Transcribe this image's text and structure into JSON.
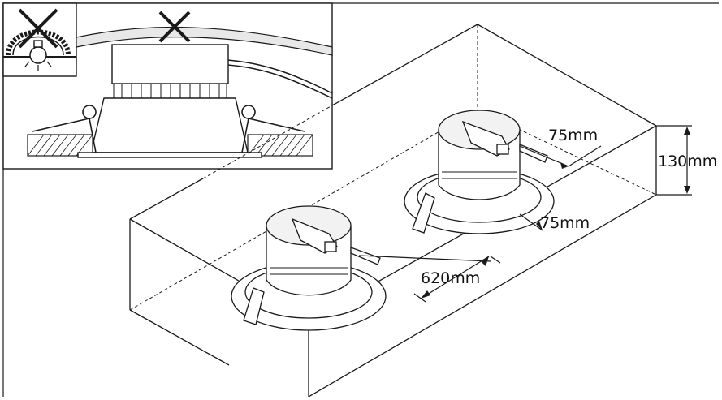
{
  "colors": {
    "line": "#1a1a1a",
    "ceiling_fill": "#e8e8e8",
    "downlight_top": "#f2f2f2"
  },
  "icons": {
    "insulation_warning": "insulation-covered-lamp-prohibited-icon",
    "no_cover": "cross-mark-icon"
  },
  "dimensions": {
    "side_clearance_top": "75mm",
    "height_clearance": "130mm",
    "side_clearance_bottom": "75mm",
    "spacing": "620mm"
  }
}
